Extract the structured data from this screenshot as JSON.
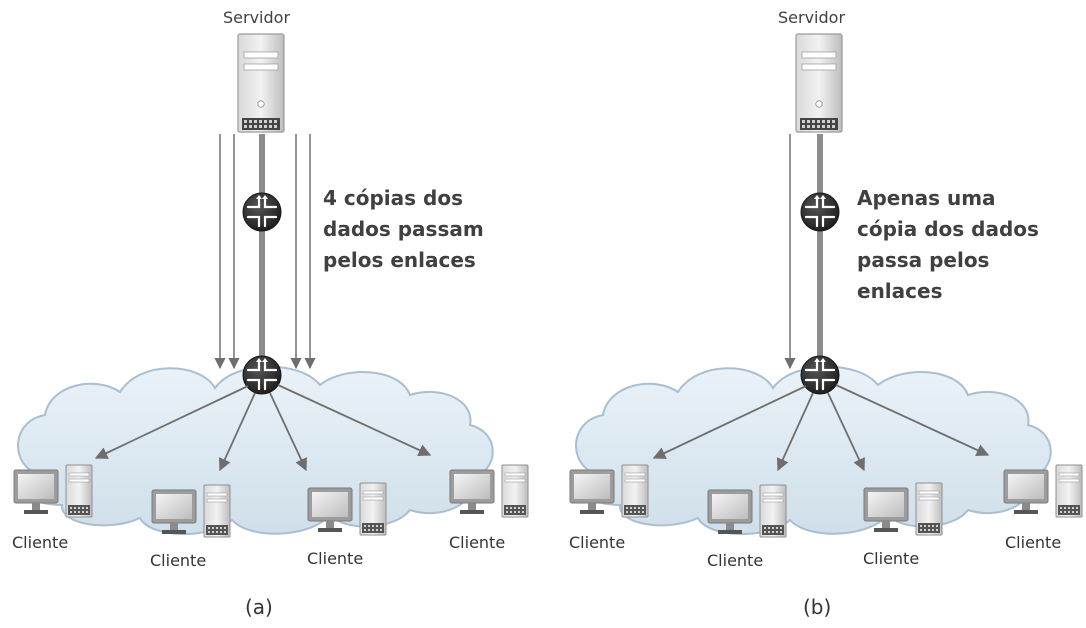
{
  "panel_a": {
    "server_label": "Servidor",
    "note_lines": [
      "4 cópias dos",
      "dados passam",
      "pelos enlaces"
    ],
    "client_labels": [
      "Cliente",
      "Cliente",
      "Cliente",
      "Cliente"
    ],
    "caption": "(a)"
  },
  "panel_b": {
    "server_label": "Servidor",
    "note_lines": [
      "Apenas uma",
      "cópia dos dados",
      "passa pelos",
      "enlaces"
    ],
    "client_labels": [
      "Cliente",
      "Cliente",
      "Cliente",
      "Cliente"
    ],
    "caption": "(b)"
  },
  "colors": {
    "cloud_fill": "#dde9f2",
    "cloud_stroke": "#a9bfd0",
    "router": "#2f2f2f",
    "link": "#8c8c8c",
    "arrow": "#666666",
    "device": "#c8c8c8"
  }
}
